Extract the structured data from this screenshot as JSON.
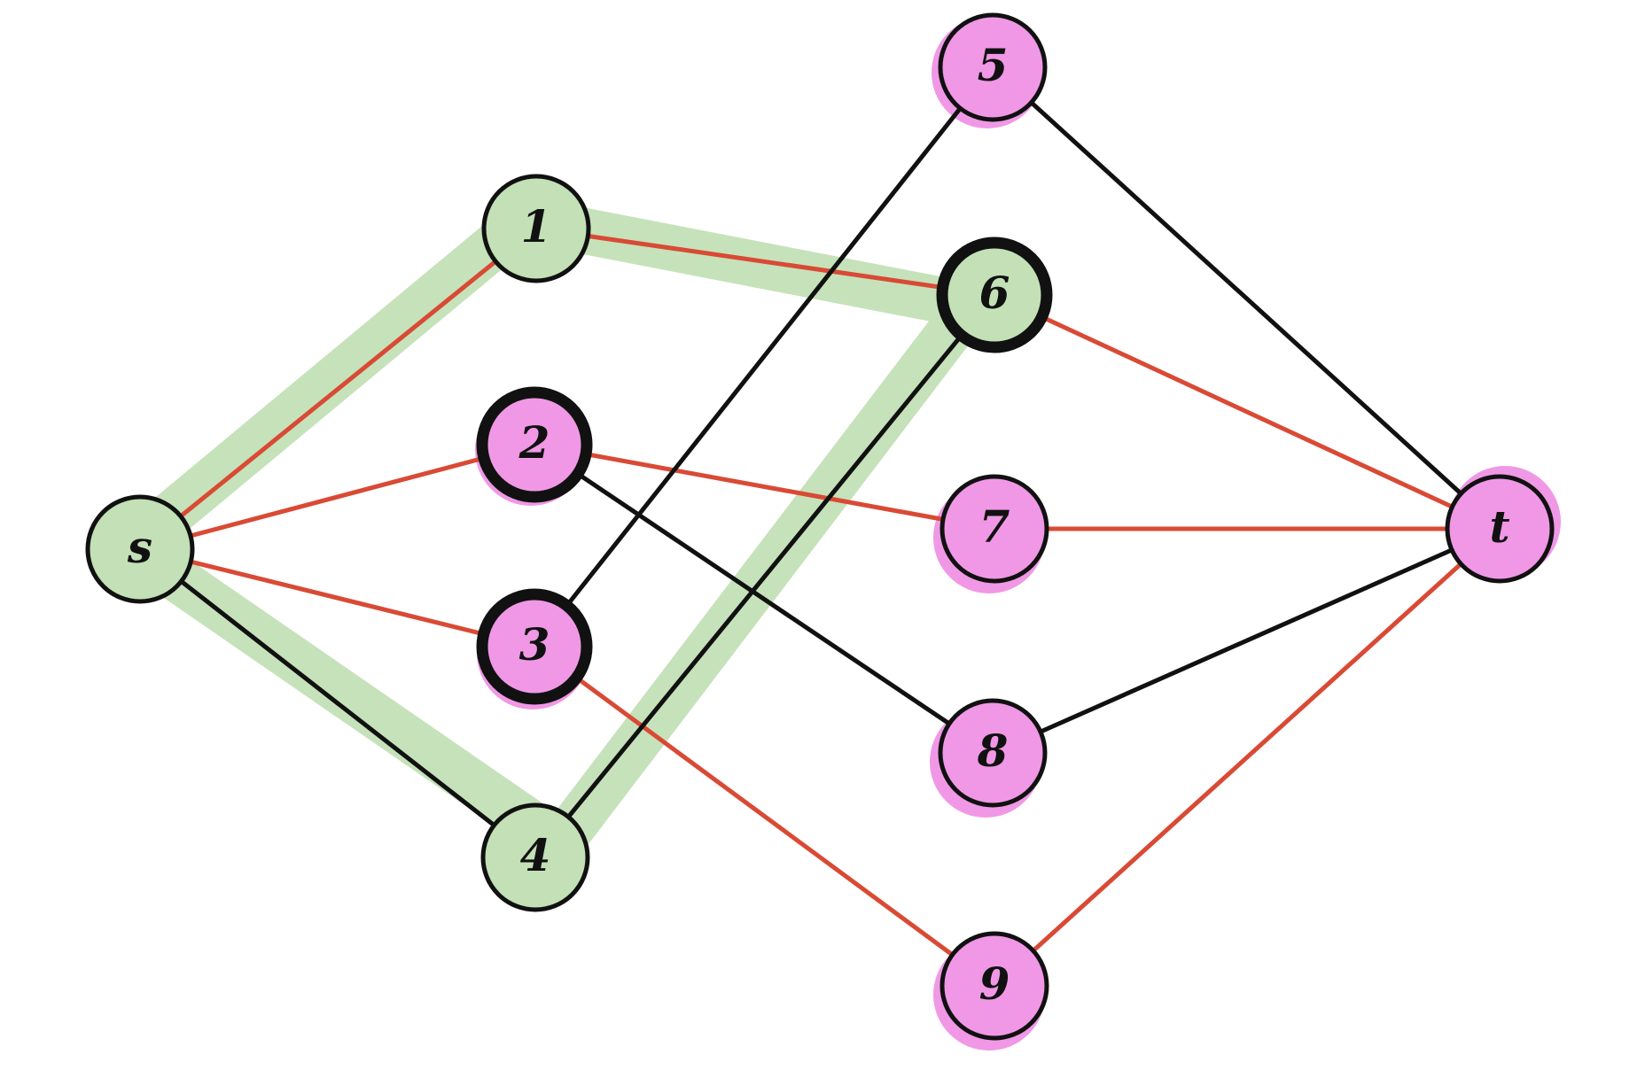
{
  "colors": {
    "green_node": "#c3e0b6",
    "green_highlight": "#a9d497",
    "pink_node": "#f098e6",
    "red_edge": "#d94a35",
    "black_edge": "#111111",
    "outline": "#111111"
  },
  "nodes": [
    {
      "id": "s",
      "label": "s",
      "group": "green",
      "bold": false
    },
    {
      "id": "n1",
      "label": "1",
      "group": "green",
      "bold": false
    },
    {
      "id": "n2",
      "label": "2",
      "group": "pink",
      "bold": true
    },
    {
      "id": "n3",
      "label": "3",
      "group": "pink",
      "bold": true
    },
    {
      "id": "n4",
      "label": "4",
      "group": "green",
      "bold": false
    },
    {
      "id": "n5",
      "label": "5",
      "group": "pink",
      "bold": false
    },
    {
      "id": "n6",
      "label": "6",
      "group": "green",
      "bold": true
    },
    {
      "id": "n7",
      "label": "7",
      "group": "pink",
      "bold": false
    },
    {
      "id": "n8",
      "label": "8",
      "group": "pink",
      "bold": false
    },
    {
      "id": "n9",
      "label": "9",
      "group": "pink",
      "bold": false
    },
    {
      "id": "t",
      "label": "t",
      "group": "pink",
      "bold": false
    }
  ],
  "edges": [
    {
      "from": "s",
      "to": "n1",
      "color": "red"
    },
    {
      "from": "s",
      "to": "n2",
      "color": "red"
    },
    {
      "from": "s",
      "to": "n3",
      "color": "red"
    },
    {
      "from": "s",
      "to": "n4",
      "color": "black"
    },
    {
      "from": "n1",
      "to": "n6",
      "color": "red"
    },
    {
      "from": "n2",
      "to": "n7",
      "color": "red"
    },
    {
      "from": "n2",
      "to": "n8",
      "color": "black"
    },
    {
      "from": "n3",
      "to": "n5",
      "color": "black"
    },
    {
      "from": "n3",
      "to": "n9",
      "color": "red"
    },
    {
      "from": "n4",
      "to": "n6",
      "color": "black"
    },
    {
      "from": "n5",
      "to": "t",
      "color": "black"
    },
    {
      "from": "n6",
      "to": "t",
      "color": "red"
    },
    {
      "from": "n7",
      "to": "t",
      "color": "red"
    },
    {
      "from": "n8",
      "to": "t",
      "color": "black"
    },
    {
      "from": "n9",
      "to": "t",
      "color": "red"
    }
  ],
  "highlighted_path": [
    "s",
    "n4",
    "n6",
    "n1",
    "s"
  ]
}
